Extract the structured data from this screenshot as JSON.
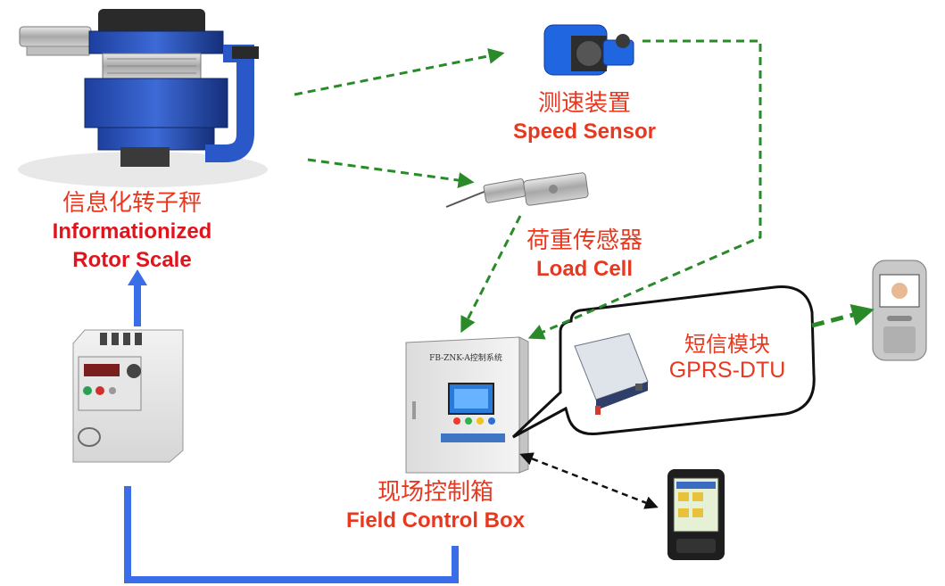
{
  "nodes": {
    "rotor_scale": {
      "cn": "信息化转子秤",
      "en_line1": "Informationized",
      "en_line2": "Rotor Scale"
    },
    "speed_sensor": {
      "cn": "测速装置",
      "en": "Speed Sensor"
    },
    "load_cell": {
      "cn": "荷重传感器",
      "en": "Load Cell"
    },
    "gprs_dtu": {
      "cn": "短信模块",
      "en": "GPRS-DTU"
    },
    "control_box": {
      "cn": "现场控制箱",
      "en": "Field Control Box",
      "panel_title": "FB-ZNK-A控制系统"
    }
  },
  "colors": {
    "label_red": "#e8381f",
    "dashed_green": "#2a8a2a",
    "solid_blue": "#3a6ee8",
    "dashed_black": "#111111"
  }
}
